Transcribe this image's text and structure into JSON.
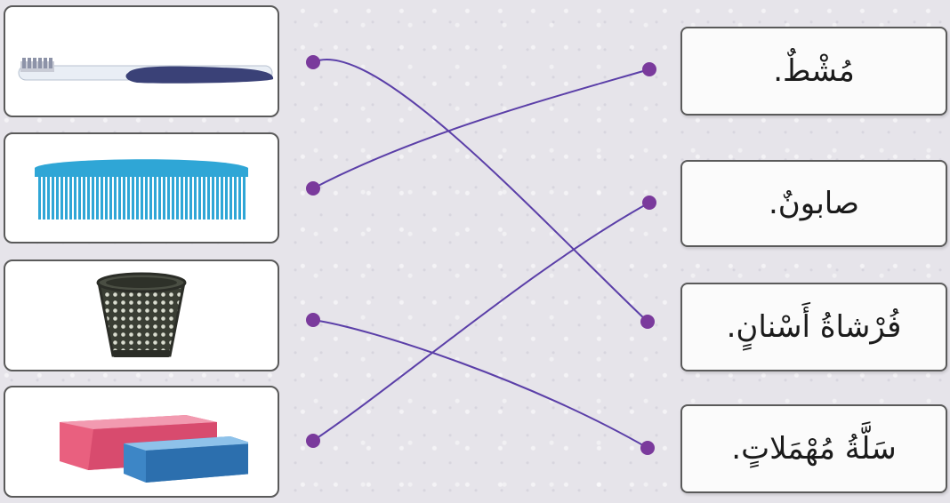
{
  "words": [
    "مُشْطٌ.",
    "صابونٌ.",
    "فُرْشاةُ أَسْنانٍ.",
    "سَلَّةُ مُهْمَلاتٍ."
  ],
  "pictures": [
    {
      "icon": "toothbrush-icon"
    },
    {
      "icon": "comb-icon"
    },
    {
      "icon": "wastebasket-icon"
    },
    {
      "icon": "soap-icon"
    }
  ],
  "connections": [
    {
      "picture_index": 0,
      "word_index": 2
    },
    {
      "picture_index": 1,
      "word_index": 0
    },
    {
      "picture_index": 2,
      "word_index": 3
    },
    {
      "picture_index": 3,
      "word_index": 1
    }
  ],
  "colors": {
    "line": "#5b3fa8",
    "dot": "#7a3a9c",
    "border": "#5a5a5a"
  }
}
